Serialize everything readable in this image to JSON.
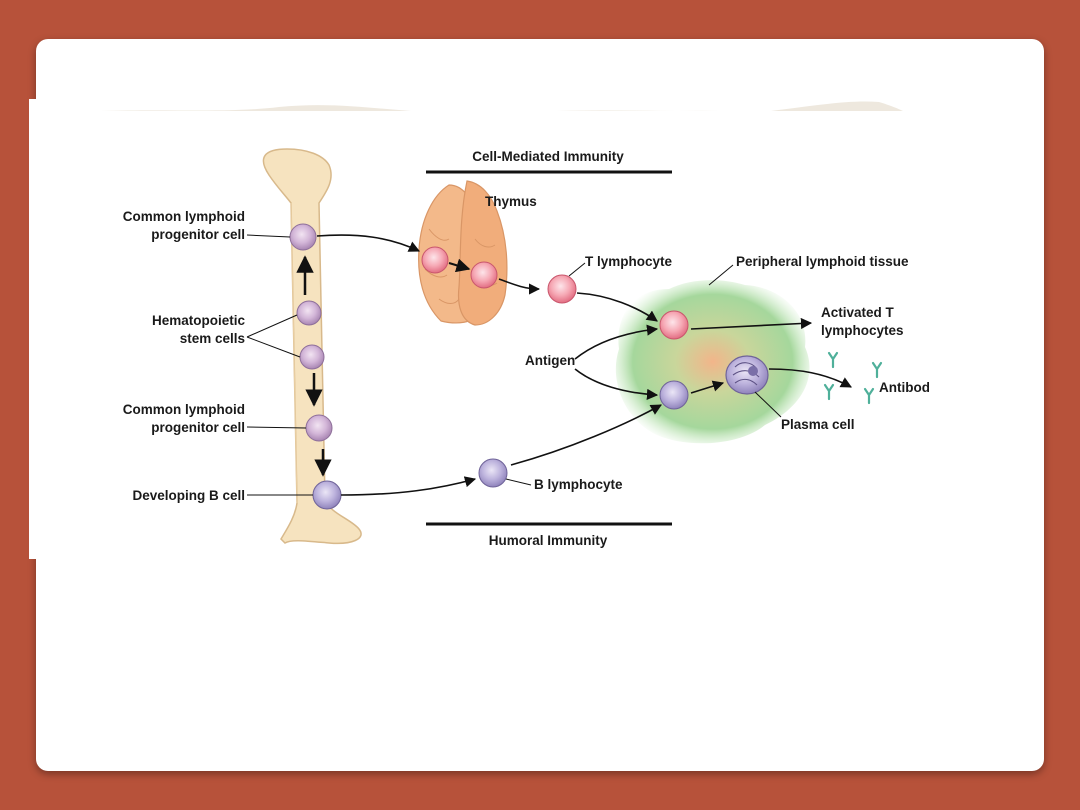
{
  "slide": {
    "background_color": "#b7523a",
    "card_color": "#ffffff"
  },
  "diagram": {
    "header_top": "Cell-Mediated Immunity",
    "header_bottom": "Humoral Immunity",
    "thymus": "Thymus",
    "common_lymphoid_top": [
      "Common lymphoid",
      "progenitor cell"
    ],
    "hematopoietic": [
      "Hematopoietic",
      "stem cells"
    ],
    "common_lymphoid_bottom": [
      "Common lymphoid",
      "progenitor cell"
    ],
    "developing_b": "Developing B cell",
    "t_lymphocyte": "T lymphocyte",
    "peripheral": "Peripheral lymphoid tissue",
    "activated_t": [
      "Activated T",
      "lymphocytes"
    ],
    "antigen": "Antigen",
    "antibodies": "Antibodies",
    "plasma_cell": "Plasma cell",
    "b_lymphocyte": "B lymphocyte",
    "colors": {
      "bone": "#f6e3bf",
      "thymus": "#f3b98a",
      "t_cell": "#f08f9e",
      "b_cell": "#a89dc8",
      "stem_cell": "#c9a6cc",
      "tissue": "#9fd39a",
      "antibody": "#4fb09a"
    }
  }
}
